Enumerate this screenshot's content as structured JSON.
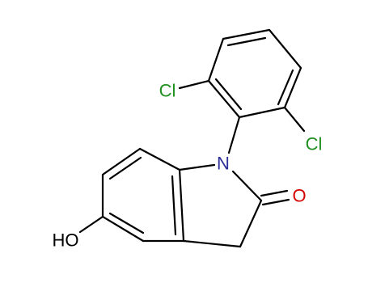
{
  "molecule": {
    "colors": {
      "bond": "#000000",
      "chlorine": "#1f8f1f",
      "nitrogen": "#2e2e9a",
      "oxygen": "#d40000",
      "hydroxyl": "#000000"
    },
    "atoms": {
      "cl_top": "Cl",
      "cl_right": "Cl",
      "nitrogen": "N",
      "carbonyl_oxygen": "O",
      "hydroxyl": "HO"
    }
  }
}
